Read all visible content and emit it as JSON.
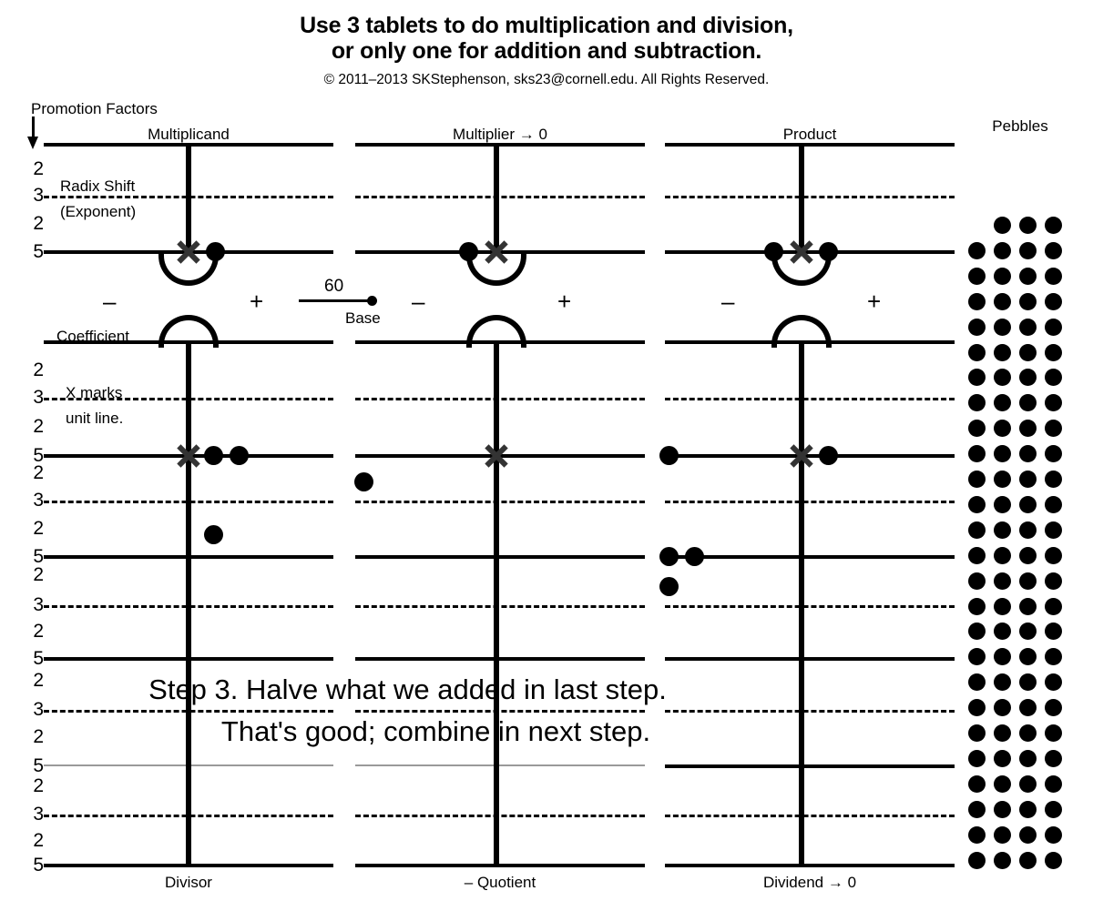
{
  "header": {
    "title_line1": "Use 3 tablets to do multiplication and division,",
    "title_line2": "or only one for addition and subtraction.",
    "copyright": "© 2011–2013 SKStephenson, sks23@cornell.edu. All Rights Reserved."
  },
  "promotion": {
    "label": "Promotion Factors",
    "factors": [
      2,
      3,
      2,
      5,
      2,
      3,
      2,
      5,
      2,
      3,
      2,
      5,
      2,
      3,
      2,
      5,
      2,
      3,
      2,
      5,
      2,
      3,
      2,
      5
    ],
    "arrow_icon": "down-arrow-icon"
  },
  "tablets": [
    {
      "top_label": "Multiplicand",
      "bottom_label": "Divisor"
    },
    {
      "top_label": "Multiplier → 0",
      "bottom_label": "– Quotient"
    },
    {
      "top_label": "Product",
      "bottom_label": "Dividend → 0"
    }
  ],
  "annotations": {
    "radix_shift_line1": "Radix Shift",
    "radix_shift_line2": "(Exponent)",
    "coefficient": "Coefficient",
    "x_marks_line1": "X marks",
    "x_marks_line2": "unit line.",
    "minus": "–",
    "plus": "+",
    "base_number": "60",
    "base_label": "Base"
  },
  "pebbles_panel": {
    "title": "Pebbles",
    "columns": 4,
    "rows": 26,
    "first_row_filled_columns": [
      1,
      2,
      3
    ],
    "total": 103
  },
  "step": {
    "line1": "Step 3. Halve what we added in last step.",
    "line2": "That's good; combine in next step."
  },
  "colors": {
    "ink": "#000000",
    "faint_rule": "#9a9a9a",
    "x_mark": "#333333",
    "background": "#ffffff"
  },
  "board_state": {
    "exponent_rows": [
      {
        "tablet": 0,
        "line": "unit",
        "left_pebbles": 0,
        "right_pebbles": 1
      },
      {
        "tablet": 1,
        "line": "unit",
        "left_pebbles": 1,
        "right_pebbles": 0
      },
      {
        "tablet": 2,
        "line": "unit",
        "left_pebbles": 1,
        "right_pebbles": 1
      }
    ],
    "coefficient_rows": [
      {
        "tablet": 0,
        "line": "unit",
        "left_pebbles": 0,
        "right_pebbles": 2
      },
      {
        "tablet": 0,
        "line": "below",
        "left_pebbles": 0,
        "right_pebbles": 1
      },
      {
        "tablet": 1,
        "line": "sub",
        "left_pebbles": 1,
        "right_pebbles": 0
      },
      {
        "tablet": 2,
        "line": "unit",
        "left_pebbles": 1,
        "right_pebbles": 1
      },
      {
        "tablet": 2,
        "line": "lower",
        "left_pebbles": 2,
        "right_pebbles": 0
      },
      {
        "tablet": 2,
        "line": "lower2",
        "left_pebbles": 1,
        "right_pebbles": 0
      }
    ]
  }
}
